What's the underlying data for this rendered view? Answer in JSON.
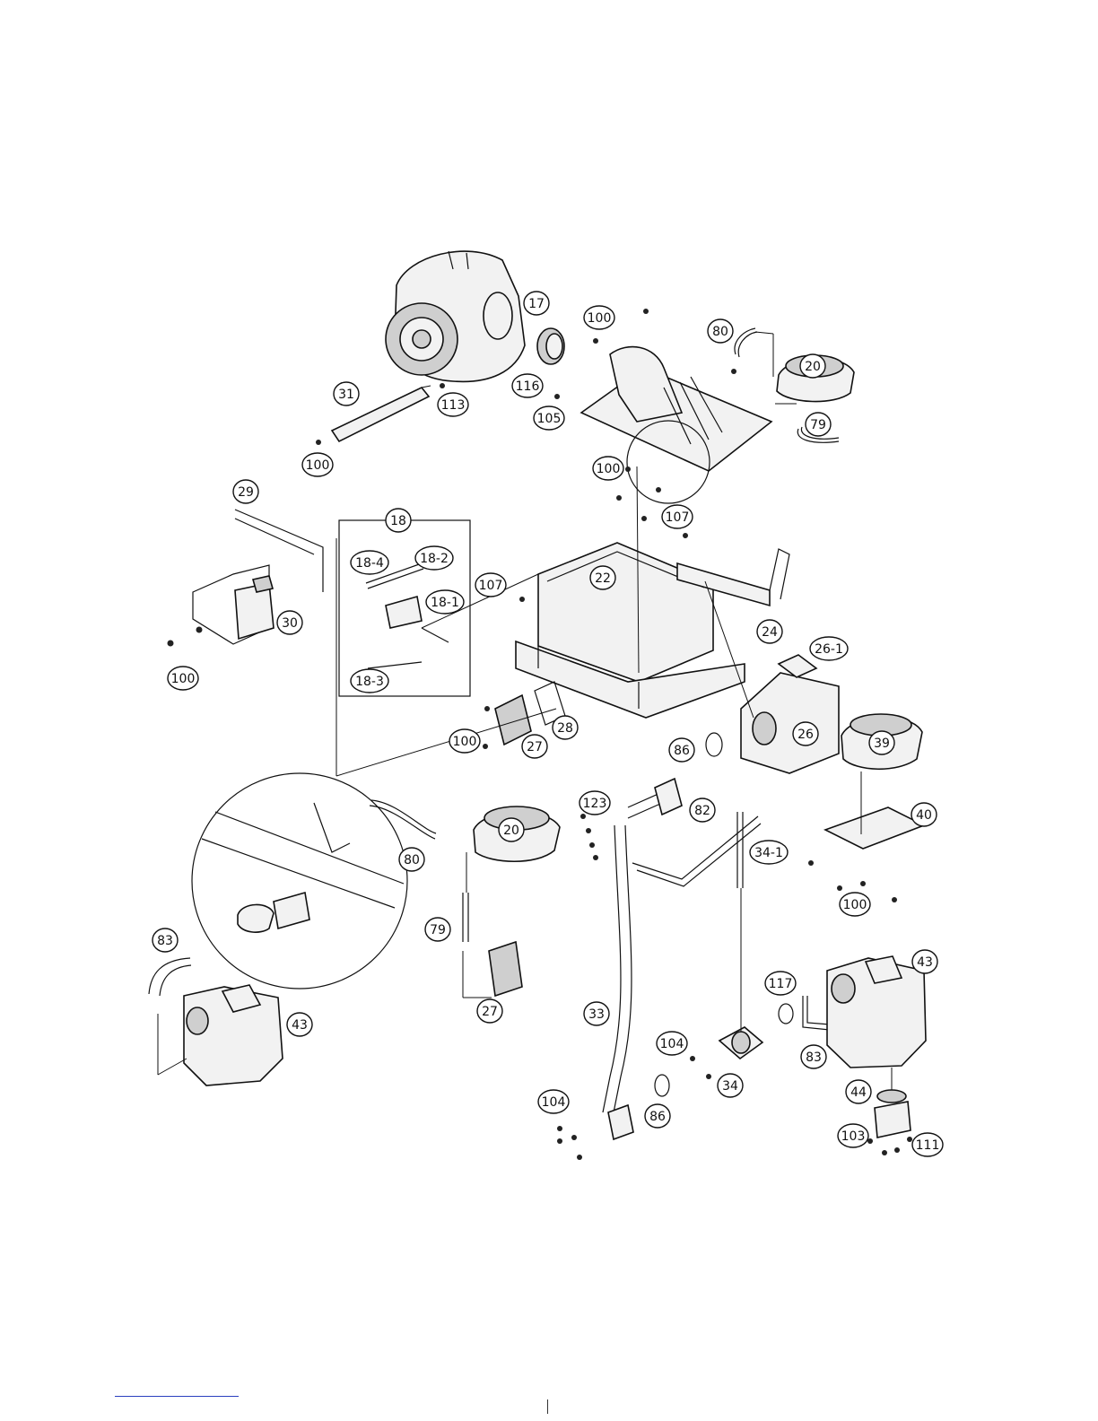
{
  "diagram": {
    "callouts": [
      {
        "id": "c17",
        "label": "17"
      },
      {
        "id": "c100a",
        "label": "100"
      },
      {
        "id": "c80a",
        "label": "80"
      },
      {
        "id": "c20a",
        "label": "20"
      },
      {
        "id": "c31",
        "label": "31"
      },
      {
        "id": "c113",
        "label": "113"
      },
      {
        "id": "c116",
        "label": "116"
      },
      {
        "id": "c105",
        "label": "105"
      },
      {
        "id": "c79a",
        "label": "79"
      },
      {
        "id": "c100b",
        "label": "100"
      },
      {
        "id": "c100c",
        "label": "100"
      },
      {
        "id": "c107a",
        "label": "107"
      },
      {
        "id": "c29",
        "label": "29"
      },
      {
        "id": "c18",
        "label": "18"
      },
      {
        "id": "c18-4",
        "label": "18-4"
      },
      {
        "id": "c18-2",
        "label": "18-2"
      },
      {
        "id": "c22",
        "label": "22"
      },
      {
        "id": "c24",
        "label": "24"
      },
      {
        "id": "c107b",
        "label": "107"
      },
      {
        "id": "c18-1",
        "label": "18-1"
      },
      {
        "id": "c30",
        "label": "30"
      },
      {
        "id": "c100d",
        "label": "100"
      },
      {
        "id": "c18-3",
        "label": "18-3"
      },
      {
        "id": "c26-1",
        "label": "26-1"
      },
      {
        "id": "c26",
        "label": "26"
      },
      {
        "id": "c28",
        "label": "28"
      },
      {
        "id": "c100e",
        "label": "100"
      },
      {
        "id": "c27a",
        "label": "27"
      },
      {
        "id": "c86a",
        "label": "86"
      },
      {
        "id": "c39",
        "label": "39"
      },
      {
        "id": "c123",
        "label": "123"
      },
      {
        "id": "c20b",
        "label": "20"
      },
      {
        "id": "c82",
        "label": "82"
      },
      {
        "id": "c40",
        "label": "40"
      },
      {
        "id": "c80b",
        "label": "80"
      },
      {
        "id": "c34-1",
        "label": "34-1"
      },
      {
        "id": "c100f",
        "label": "100"
      },
      {
        "id": "c83a",
        "label": "83"
      },
      {
        "id": "c79b",
        "label": "79"
      },
      {
        "id": "c43a",
        "label": "43"
      },
      {
        "id": "c117",
        "label": "117"
      },
      {
        "id": "c27b",
        "label": "27"
      },
      {
        "id": "c33",
        "label": "33"
      },
      {
        "id": "c43b",
        "label": "43"
      },
      {
        "id": "c104a",
        "label": "104"
      },
      {
        "id": "c83b",
        "label": "83"
      },
      {
        "id": "c34",
        "label": "34"
      },
      {
        "id": "c44",
        "label": "44"
      },
      {
        "id": "c104b",
        "label": "104"
      },
      {
        "id": "c86b",
        "label": "86"
      },
      {
        "id": "c103",
        "label": "103"
      },
      {
        "id": "c111",
        "label": "111"
      }
    ]
  }
}
